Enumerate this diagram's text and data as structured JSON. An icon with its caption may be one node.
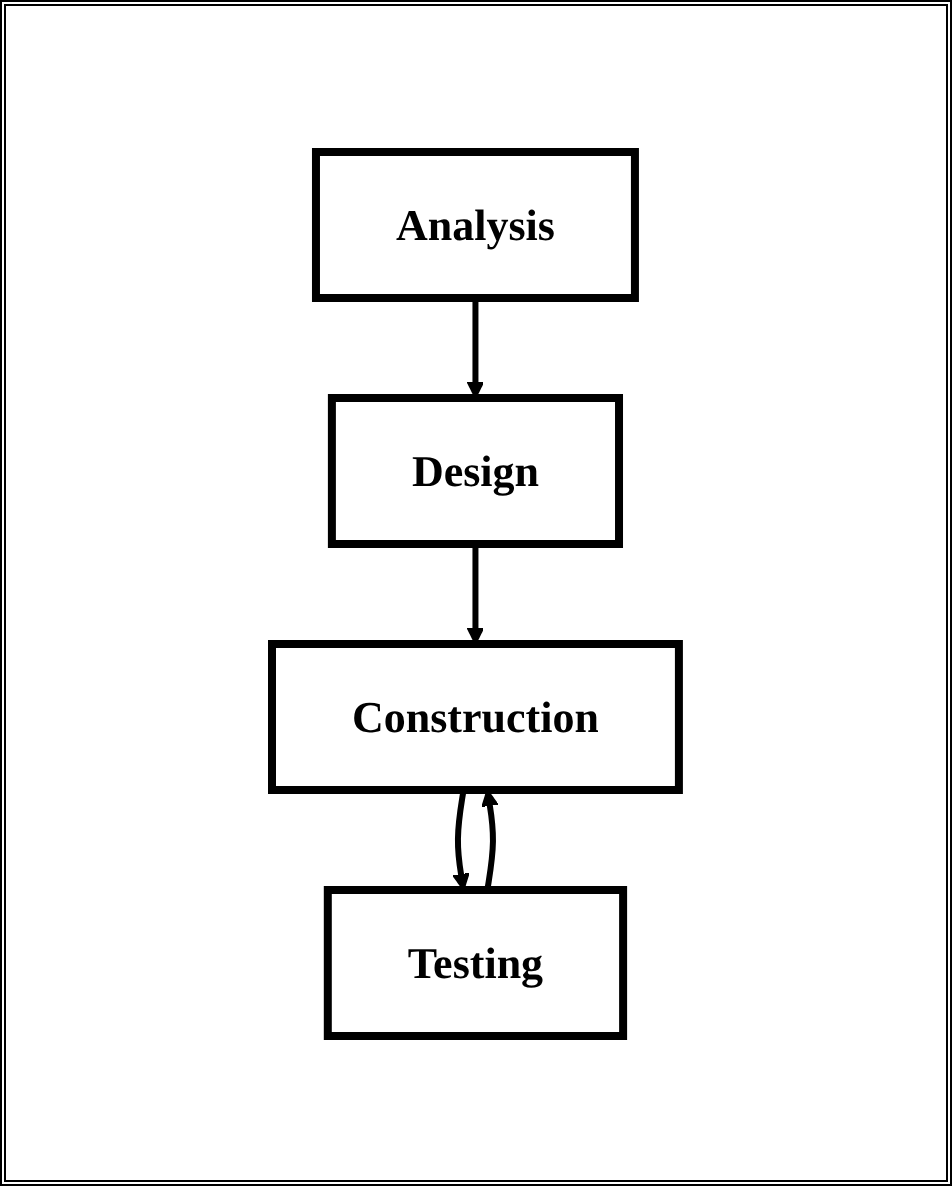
{
  "diagram": {
    "nodes": [
      {
        "text": [
          "Analysis"
        ]
      },
      {
        "text": [
          "Design"
        ]
      },
      {
        "text": [
          "Construction"
        ]
      },
      {
        "text": [
          "Testing"
        ]
      }
    ],
    "edges": [
      {
        "from": 0,
        "to": 1,
        "arrow": "to"
      },
      {
        "from": 1,
        "to": 2,
        "arrow": "to"
      },
      {
        "from": 2,
        "to": 3,
        "arrow": "to"
      },
      {
        "from": 3,
        "to": 2,
        "arrow": "to"
      }
    ]
  }
}
